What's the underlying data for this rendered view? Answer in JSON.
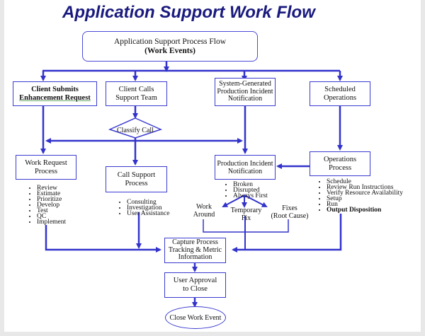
{
  "title": "Application Support Work Flow",
  "colors": {
    "title": "#1a1a7e",
    "connector": "#3333cc",
    "node_border": "#3b3bd0"
  },
  "nodes": {
    "root": {
      "line1": "Application Support Process Flow",
      "line2": "(Work Events)"
    },
    "client_submits": {
      "line1": "Client Submits",
      "line2": "Enhancement Request"
    },
    "client_calls": {
      "line1": "Client Calls",
      "line2": "Support Team"
    },
    "system_generated": {
      "line1": "System-Generated",
      "line2": "Production Incident",
      "line3": "Notification"
    },
    "scheduled_ops": {
      "line1": "Scheduled",
      "line2": "Operations"
    },
    "classify_call": {
      "label": "Classify Call"
    },
    "work_request": {
      "line1": "Work Request",
      "line2": "Process"
    },
    "call_support": {
      "line1": "Call Support",
      "line2": "Process"
    },
    "prod_incident": {
      "line1": "Production Incident",
      "line2": "Notification"
    },
    "operations_process": {
      "line1": "Operations",
      "line2": "Process"
    },
    "capture_process": {
      "line1": "Capture Process",
      "line2": "Tracking & Metric",
      "line3": "Information"
    },
    "user_approval": {
      "line1": "User Approval",
      "line2": "to Close"
    },
    "close_work_event": {
      "label": "Close Work Event"
    }
  },
  "lists": {
    "work_request": [
      "Review",
      "Estimate",
      "Prioritize",
      "Develop",
      "Test",
      "QC",
      "Implement"
    ],
    "call_support": [
      "Consulting",
      "Investigation",
      "User Assistance"
    ],
    "prod_incident": [
      "Broken",
      "Disrupted",
      "Always First"
    ],
    "operations": [
      "Schedule",
      "Review Run Instructions",
      "Verify Resource Availability",
      "Setup",
      "Run",
      "Output Disposition"
    ]
  },
  "outcomes": {
    "work_around": {
      "line1": "Work",
      "line2": "Around"
    },
    "temporary_fix": {
      "line1": "Temporary",
      "line2": "Fix"
    },
    "fixes": {
      "line1": "Fixes",
      "line2": "(Root Cause)"
    }
  }
}
